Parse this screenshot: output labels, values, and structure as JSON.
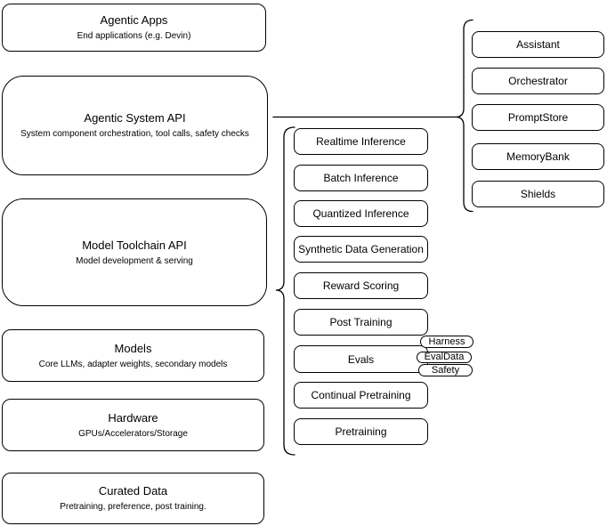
{
  "diagram": {
    "stack": [
      {
        "title": "Agentic Apps",
        "subtitle": "End applications (e.g. Devin)"
      },
      {
        "title": "Agentic System API",
        "subtitle": "System component orchestration, tool calls, safety checks"
      },
      {
        "title": "Model Toolchain API",
        "subtitle": "Model development & serving"
      },
      {
        "title": "Models",
        "subtitle": "Core LLMs, adapter weights, secondary models"
      },
      {
        "title": "Hardware",
        "subtitle": "GPUs/Accelerators/Storage"
      },
      {
        "title": "Curated Data",
        "subtitle": "Pretraining, preference, post training."
      }
    ],
    "system_api_components": [
      "Assistant",
      "Orchestrator",
      "PromptStore",
      "MemoryBank",
      "Shields"
    ],
    "toolchain_components": [
      "Realtime Inference",
      "Batch Inference",
      "Quantized Inference",
      "Synthetic Data Generation",
      "Reward Scoring",
      "Post Training",
      "Evals",
      "Continual Pretraining",
      "Pretraining"
    ],
    "evals_tags": [
      "Harness",
      "EvalData",
      "Safety"
    ],
    "colors": {
      "stroke": "#000000",
      "fill": "#ffffff",
      "text": "#000000",
      "background": "#ffffff"
    }
  }
}
